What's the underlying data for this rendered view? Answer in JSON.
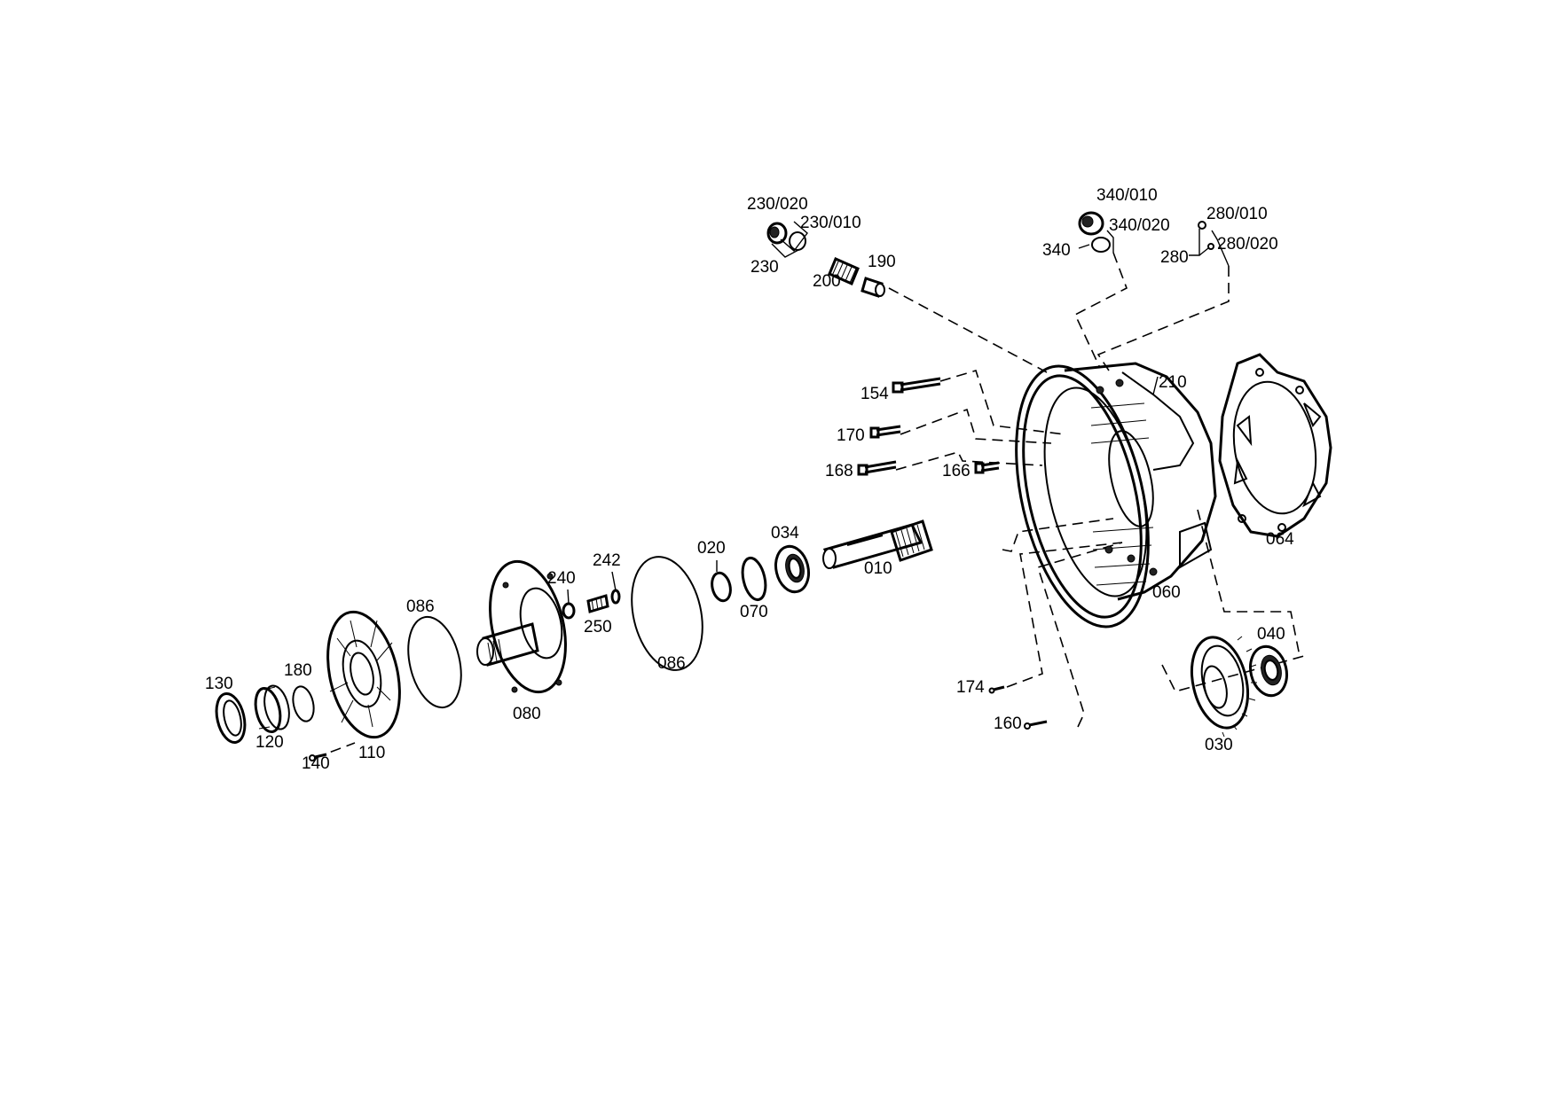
{
  "labels": {
    "p230_020": "230/020",
    "p230_010": "230/010",
    "p230": "230",
    "p200": "200",
    "p190": "190",
    "p340_010": "340/010",
    "p340_020": "340/020",
    "p340": "340",
    "p280_010": "280/010",
    "p280_020": "280/020",
    "p280": "280",
    "p210": "210",
    "p154": "154",
    "p170": "170",
    "p168": "168",
    "p166": "166",
    "p064": "064",
    "p034": "034",
    "p020": "020",
    "p010": "010",
    "p070": "070",
    "p086a": "086",
    "p086b": "086",
    "p242": "242",
    "p240": "240",
    "p250": "250",
    "p060": "060",
    "p040": "040",
    "p030": "030",
    "p174": "174",
    "p160": "160",
    "p130": "130",
    "p180": "180",
    "p120": "120",
    "p110": "110",
    "p140": "140",
    "p080": "080"
  }
}
